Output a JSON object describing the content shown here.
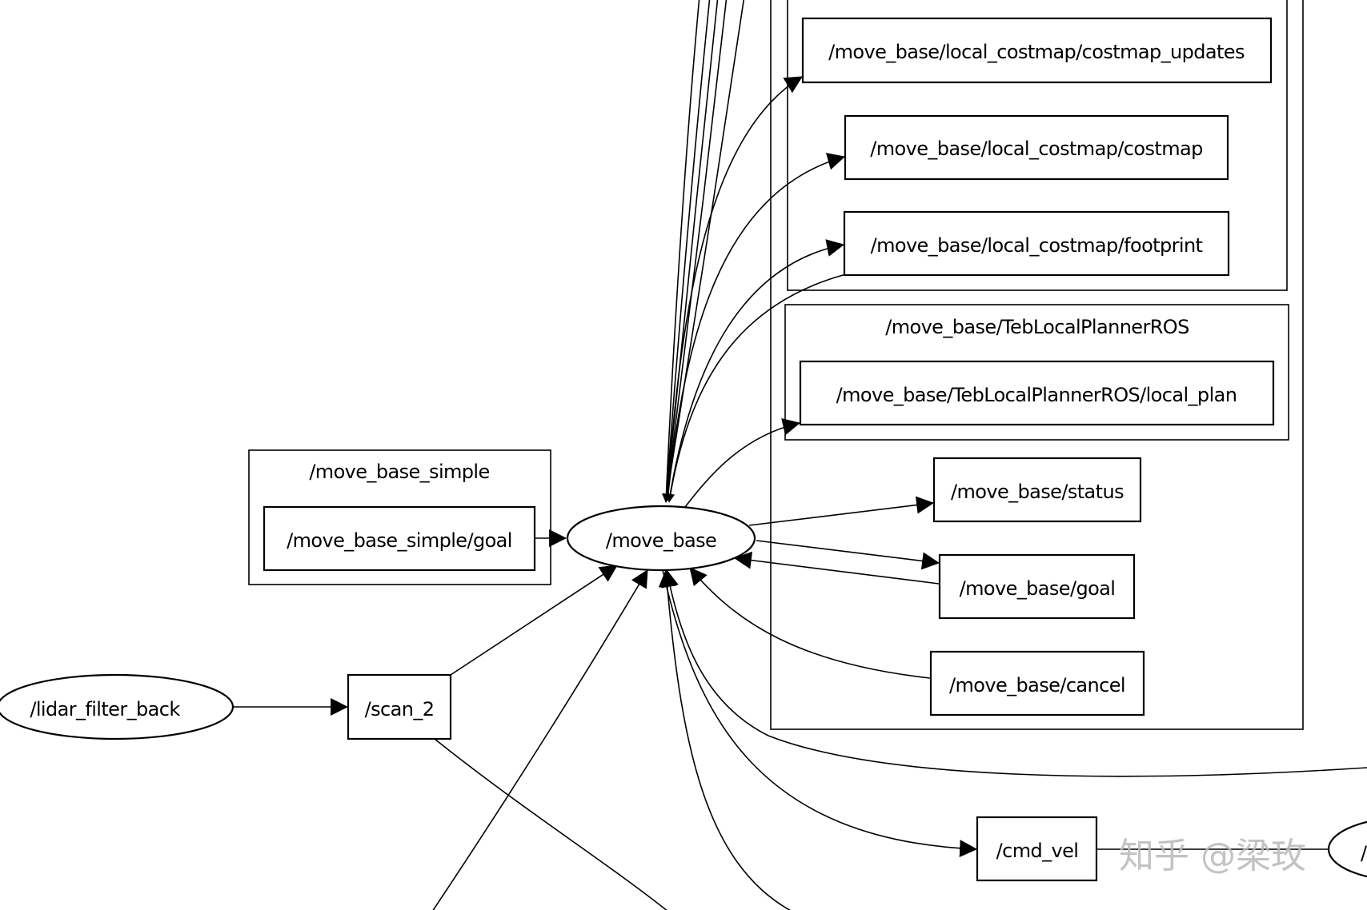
{
  "clusters": {
    "move_base_simple": "/move_base_simple",
    "teb_local_planner": "/move_base/TebLocalPlannerROS"
  },
  "nodes": {
    "local_costmap_updates": "/move_base/local_costmap/costmap_updates",
    "local_costmap": "/move_base/local_costmap/costmap",
    "local_footprint": "/move_base/local_costmap/footprint",
    "local_plan": "/move_base/TebLocalPlannerROS/local_plan",
    "status": "/move_base/status",
    "goal": "/move_base/goal",
    "cancel": "/move_base/cancel",
    "simple_goal": "/move_base_simple/goal",
    "move_base": "/move_base",
    "lidar_filter_back": "/lidar_filter_back",
    "scan_2": "/scan_2",
    "cmd_vel": "/cmd_vel",
    "cut_node_partial": "/"
  },
  "watermark": "知乎 @梁玫"
}
